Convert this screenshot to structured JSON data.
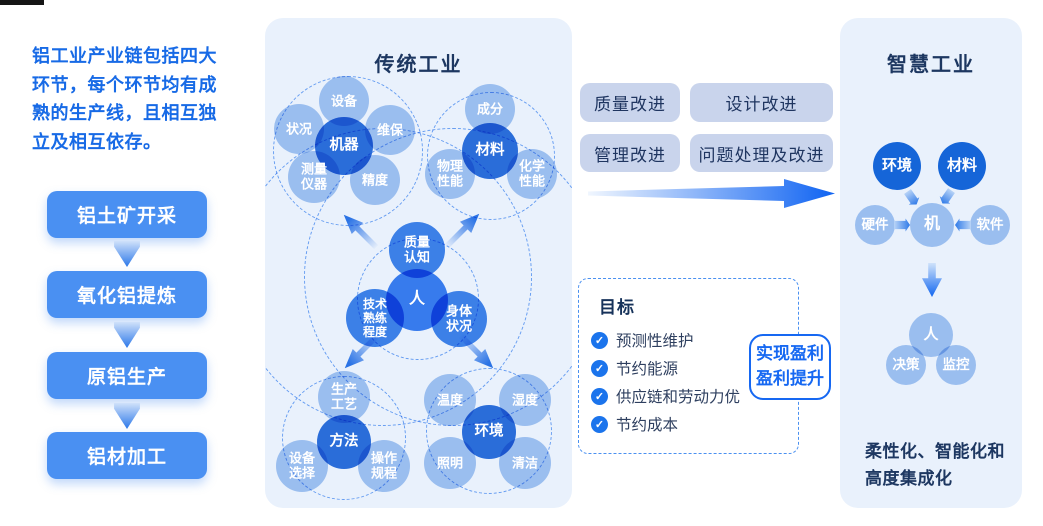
{
  "intro": {
    "text": "铝工业产业链包括四大环节，每个环节均有成熟的生产线，且相互独立及相互依存。"
  },
  "flow": {
    "steps": [
      "铝土矿开采",
      "氧化铝提炼",
      "原铝生产",
      "铝材加工"
    ]
  },
  "traditional": {
    "title": "传统工业",
    "machine": {
      "center": "机器",
      "satellites": [
        "设备",
        "状况",
        "维保",
        "测量\n仪器",
        "精度"
      ]
    },
    "material": {
      "center": "材料",
      "satellites": [
        "成分",
        "物理\n性能",
        "化学\n性能"
      ]
    },
    "person": {
      "center": "人",
      "satellites": [
        "质量\n认知",
        "技术\n熟练\n程度",
        "身体\n状况"
      ]
    },
    "method": {
      "center": "方法",
      "satellites": [
        "生产\n工艺",
        "设备\n选择",
        "操作\n规程"
      ]
    },
    "environment": {
      "center": "环境",
      "satellites": [
        "温度",
        "湿度",
        "照明",
        "清洁"
      ]
    }
  },
  "improvements": {
    "items": [
      "质量改进",
      "设计改进",
      "管理改进",
      "问题处理及改进"
    ]
  },
  "goals": {
    "title": "目标",
    "items": [
      "预测性维护",
      "节约能源",
      "供应链和劳动力优",
      "节约成本"
    ],
    "badge": "实现盈利\n盈利提升"
  },
  "smart": {
    "title": "智慧工业",
    "inputs": [
      "环境",
      "材料"
    ],
    "hardware": "硬件",
    "machine": "机",
    "software": "软件",
    "person": "人",
    "decision": "决策",
    "monitoring": "监控",
    "caption": "柔性化、智能化和\n高度集成化"
  },
  "colors": {
    "accent_blue": "#176ae6",
    "panel_bg": "#e9f1fc",
    "bubble_light": "#a9c9f2",
    "bubble_dark": "#2e73dc",
    "bubble_deep": "#1565d8",
    "pill_bg": "#c9d4ec",
    "navy": "#1d3761",
    "badge_blue": "#1668f2"
  }
}
